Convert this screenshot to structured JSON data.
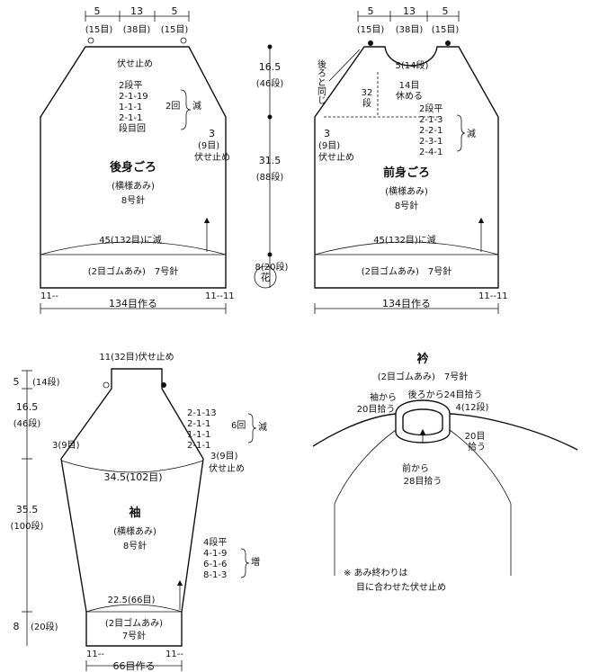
{
  "back": {
    "title": "後身ごろ",
    "pattern": "(横様あみ)",
    "needle": "8号針",
    "top_w": [
      "5",
      "13",
      "5"
    ],
    "top_st": [
      "(15目)",
      "(38目)",
      "(15目)"
    ],
    "bind_top": "伏せ止め",
    "dec_lines": [
      "2段平",
      "2-1-19",
      "1-1-1",
      "2-1-1",
      "段目回"
    ],
    "dec_rep": "2回",
    "dec_word": "減",
    "side_a": "3",
    "side_b": "(9目)",
    "side_c": "伏せ止め",
    "hem_dec": "45(132目)に減",
    "rib": "(2目ゴムあみ)　7号針",
    "cast_on": "134目作る",
    "edge": [
      "11--",
      "11--11"
    ]
  },
  "front": {
    "title": "前身ごろ",
    "pattern": "(横様あみ)",
    "needle": "8号針",
    "top_w": [
      "5",
      "13",
      "5"
    ],
    "top_st": [
      "(15目)",
      "(38目)",
      "(15目)"
    ],
    "same_as_back": "後ろと同じ",
    "neck_rows": "5(14段)",
    "rest_a": "14目",
    "rest_b": "休める",
    "h32a": "32",
    "h32b": "段",
    "dec_lines": [
      "2段平",
      "2-1-3",
      "2-2-1",
      "2-3-1",
      "2-4-1"
    ],
    "dec_word": "減",
    "side_a": "3",
    "side_b": "(9目)",
    "side_c": "伏せ止め",
    "hem_dec": "45(132目)に減",
    "rib": "(2目ゴムあみ)　7号針",
    "cast_on": "134目作る",
    "edge": "11--11"
  },
  "body_h": {
    "a": "16.5",
    "a2": "(46段)",
    "b": "31.5",
    "b2": "(88段)",
    "c": "8(20段)"
  },
  "sleeve": {
    "title": "袖",
    "pattern": "(横様あみ)",
    "needle": "8号針",
    "top": "11(32目)伏せ止め",
    "h1": "5",
    "h1b": "(14段)",
    "h2": "16.5",
    "h2b": "(46段)",
    "h3": "35.5",
    "h3b": "(100段)",
    "h4": "8",
    "h4b": "(20段)",
    "left_side": "3(9目)",
    "right_side_a": "3(9目)",
    "right_side_b": "伏せ止め",
    "width": "34.5(102目)",
    "dec_lines": [
      "2-1-13",
      "2-1-1",
      "1-1-1",
      "2-1-1"
    ],
    "dec_rep": "6回",
    "dec_word": "減",
    "inc_lines": [
      "4段平",
      "4-1-9",
      "6-1-6",
      "8-1-3"
    ],
    "inc_word": "増",
    "cuff_w": "22.5(66目)",
    "rib_a": "(2目ゴムあみ)",
    "rib_b": "7号針",
    "cast_on": "66目作る",
    "edge": [
      "11--",
      "11--"
    ]
  },
  "collar": {
    "title": "衿",
    "rib": "(2目ゴムあみ)　7号針",
    "from_back": "後ろから24目拾う",
    "from_sleeve_a": "袖から",
    "from_sleeve_b": "20目拾う",
    "rows": "4(12段)",
    "right_a": "20目",
    "right_b": "拾う",
    "from_front_a": "前から",
    "from_front_b": "28目拾う",
    "note_a": "※ あみ終わりは",
    "note_b": "目に合わせた伏せ止め"
  },
  "watermark": "花"
}
